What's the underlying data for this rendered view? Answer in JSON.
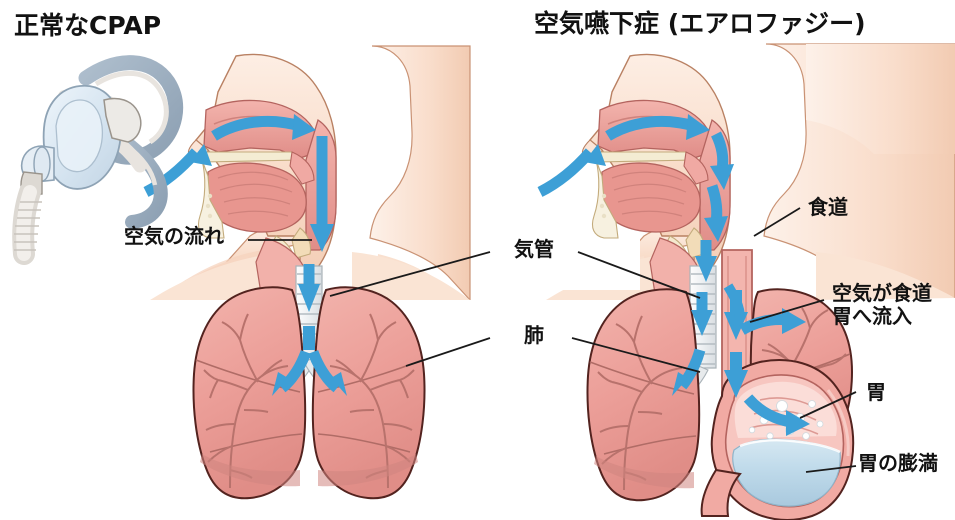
{
  "figure": {
    "kind": "medical-illustration",
    "description": "Comparison diagram of normal CPAP airflow versus aerophagia (air swallowing) with CPAP"
  },
  "panels": {
    "left": {
      "title": "正常なCPAP",
      "labels": [
        {
          "id": "airflow",
          "text": "空気の流れ"
        }
      ],
      "parts": [
        {
          "id": "cpap-mask",
          "name": "CPAP mask with headgear and hose"
        },
        {
          "id": "head-sagittal",
          "name": "Sagittal head and upper airway"
        },
        {
          "id": "trachea",
          "name": "Trachea"
        },
        {
          "id": "lungs",
          "name": "Lungs with bronchial tree"
        }
      ]
    },
    "right": {
      "title": "空気嚥下症 (エアロファジー)",
      "labels": [
        {
          "id": "esophagus",
          "text": "食道"
        },
        {
          "id": "air-into-esophagus",
          "line1": "空気が食道",
          "line2": "胃へ流入"
        },
        {
          "id": "stomach",
          "text": "胃"
        },
        {
          "id": "stomach-distension",
          "text": "胃の膨満"
        }
      ],
      "parts": [
        {
          "id": "head-sagittal",
          "name": "Sagittal head and upper airway"
        },
        {
          "id": "trachea",
          "name": "Trachea"
        },
        {
          "id": "esophagus-tube",
          "name": "Esophagus"
        },
        {
          "id": "lungs",
          "name": "Lungs with bronchial tree"
        },
        {
          "id": "stomach-organ",
          "name": "Distended stomach with gas bubbles and fluid"
        }
      ]
    }
  },
  "shared_labels": [
    {
      "id": "trachea",
      "text": "気管"
    },
    {
      "id": "lungs",
      "text": "肺"
    }
  ],
  "colors": {
    "background": "#ffffff",
    "skin": "#f8dac6",
    "skin_light": "#fbe8dc",
    "skin_outline": "#6b3a2a",
    "tissue": "#eb9a95",
    "tissue_dark": "#d97f7c",
    "tissue_light": "#f4b8b2",
    "lung": "#eda29c",
    "lung_edge": "#4a2320",
    "cartilage": "#f6efdc",
    "airflow_arrow": "#3d9fd6",
    "airflow_arrow_dark": "#2b7fb4",
    "stomach_fluid": "#bdd9e8",
    "bubble": "#ffffff",
    "mask_plastic": "#dbe7f1",
    "mask_strap": "#9aadbf",
    "mask_strap_light": "#e8e4df",
    "hose": "#e6e3de",
    "leader_line": "#1a1a1a",
    "text": "#121212"
  }
}
